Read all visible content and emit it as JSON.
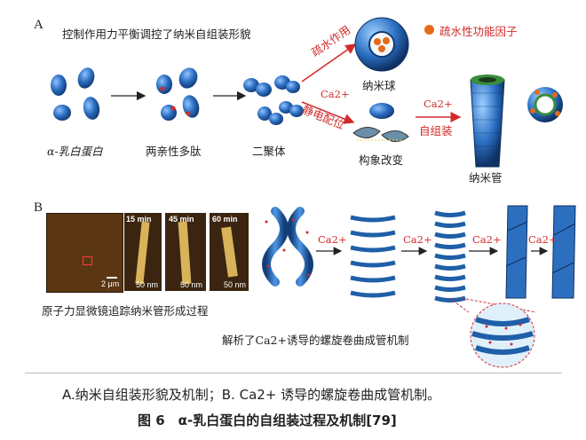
{
  "panel_a": {
    "letter": "A",
    "title": "控制作用力平衡调控了纳米自组装形貌",
    "legend": "疏水性功能因子",
    "colors": {
      "protein": "#1f5fa8",
      "hydrophobic": "#e46a1a",
      "arrow_red": "#d12b2b"
    },
    "labels": {
      "monomer": "α-乳白蛋白",
      "peptide": "两亲性多肽",
      "dimer": "二聚体",
      "nanosphere": "纳米球",
      "conformation": "构象改变",
      "nanotube": "纳米管"
    },
    "arrows": {
      "hydrophobic": "疏水作用",
      "ca_electro": "Ca2+",
      "electro": "静电配位",
      "ca_self": "Ca2+",
      "self_assembly": "自组装"
    }
  },
  "panel_b": {
    "letter": "B",
    "afm_times": [
      "15 min",
      "45 min",
      "60 min"
    ],
    "afm_scale_big": "2 μm",
    "afm_scale_small": "50 nm",
    "afm_caption": "原子力显微镜追踪纳米管形成过程",
    "ca_labels": [
      "Ca2+",
      "Ca2+",
      "Ca2+",
      "Ca2+"
    ],
    "helix_caption": "解析了Ca2+诱导的螺旋卷曲成管机制"
  },
  "figure": {
    "caption_line1": "A.纳米自组装形貌及机制；B. Ca2+ 诱导的螺旋卷曲成管机制。",
    "caption_line2": "图 6　α-乳白蛋白的自组装过程及机制[79]"
  }
}
